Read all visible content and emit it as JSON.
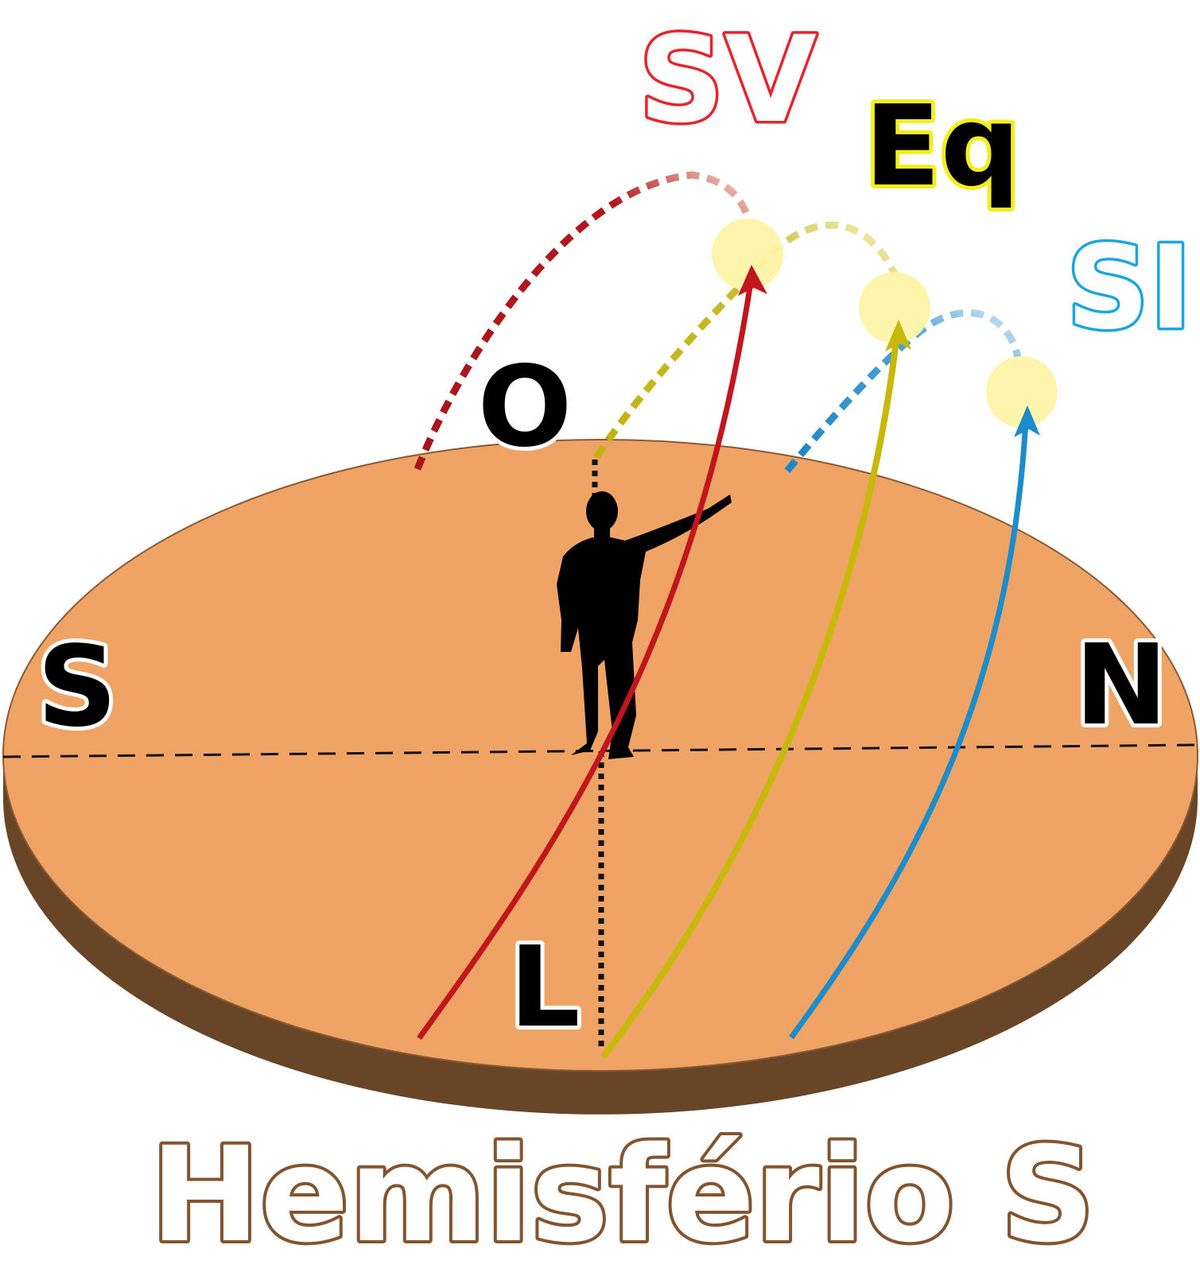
{
  "title": "Hemisfério S",
  "cardinal": {
    "south": "S",
    "north": "N",
    "west": "O",
    "east": "L"
  },
  "paths": [
    {
      "id": "summer-solstice",
      "label": "SV",
      "color": "#c0161c",
      "label_color": "#e8232b"
    },
    {
      "id": "equinox",
      "label": "Eq",
      "color": "#c8b80a",
      "label_color": "#f5ee1a"
    },
    {
      "id": "winter-solstice",
      "label": "SI",
      "color": "#1b8ccc",
      "label_color": "#1ba6e2"
    }
  ],
  "colors": {
    "ground_top": "#efa465",
    "ground_side": "#694528",
    "ground_edge": "#8a5a34",
    "title_stroke": "#83542e",
    "sun": "#fdf4a6",
    "observer": "#000000"
  }
}
